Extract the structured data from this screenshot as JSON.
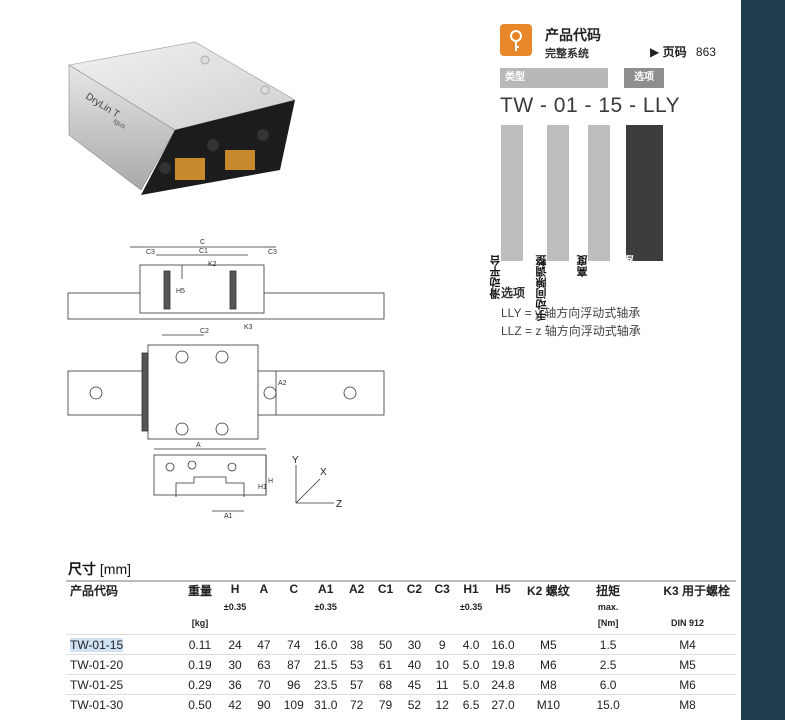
{
  "header": {
    "title": "产品代码",
    "subtitle": "完整系统",
    "page_ref_label": "▶ 页码",
    "page_ref_value": "863",
    "icon": "wrench-key-icon",
    "accent": "#e8862a"
  },
  "code_tags": {
    "type_label": "类型",
    "option_label": "选项"
  },
  "product_code": "TW - 01 - 15 - LLY",
  "code_parts": [
    {
      "label": "滑动平台",
      "dark": false
    },
    {
      "label": "手动间隙调整",
      "dark": false
    },
    {
      "label": "高度",
      "dark": false
    },
    {
      "label": "浮动式轴承座",
      "dark": true
    }
  ],
  "options": {
    "title": "选项",
    "items": [
      "LLY = y 轴方向浮动式轴承",
      "LLZ = z 轴方向浮动式轴承"
    ]
  },
  "drawing_labels": {
    "c3_left": "C3",
    "c": "C",
    "c1": "C1",
    "c3_right": "C3",
    "k2": "K2",
    "h5": "H5",
    "k3": "K3",
    "c2": "C2",
    "a2": "A2",
    "a": "A",
    "h": "H",
    "h1": "H1",
    "a1": "A1",
    "axis_y": "Y",
    "axis_x": "X",
    "axis_z": "Z"
  },
  "photo_text": {
    "brand": "DryLin T",
    "model": "igus"
  },
  "dimensions": {
    "title": "尺寸",
    "unit": "[mm]",
    "columns": [
      "产品代码",
      "重量",
      "H",
      "A",
      "C",
      "A1",
      "A2",
      "C1",
      "C2",
      "C3",
      "H1",
      "H5",
      "K2 螺纹",
      "扭矩",
      "K3 用于螺栓"
    ],
    "tolerance_row": [
      "",
      "",
      "±0.35",
      "",
      "",
      "±0.35",
      "",
      "",
      "",
      "",
      "±0.35",
      "",
      "",
      "max.",
      ""
    ],
    "unit_row": [
      "",
      "[kg]",
      "",
      "",
      "",
      "",
      "",
      "",
      "",
      "",
      "",
      "",
      "",
      "[Nm]",
      "DIN 912"
    ],
    "rows": [
      [
        "TW-01-15",
        "0.11",
        "24",
        "47",
        "74",
        "16.0",
        "38",
        "50",
        "30",
        "9",
        "4.0",
        "16.0",
        "M5",
        "1.5",
        "M4"
      ],
      [
        "TW-01-20",
        "0.19",
        "30",
        "63",
        "87",
        "21.5",
        "53",
        "61",
        "40",
        "10",
        "5.0",
        "19.8",
        "M6",
        "2.5",
        "M5"
      ],
      [
        "TW-01-25",
        "0.29",
        "36",
        "70",
        "96",
        "23.5",
        "57",
        "68",
        "45",
        "11",
        "5.0",
        "24.8",
        "M8",
        "6.0",
        "M6"
      ],
      [
        "TW-01-30",
        "0.50",
        "42",
        "90",
        "109",
        "31.0",
        "72",
        "79",
        "52",
        "12",
        "6.5",
        "27.0",
        "M10",
        "15.0",
        "M8"
      ]
    ],
    "highlight_row": 0
  },
  "colors": {
    "side_bar": "#1f3d4c",
    "highlight": "#cfe2f3"
  }
}
